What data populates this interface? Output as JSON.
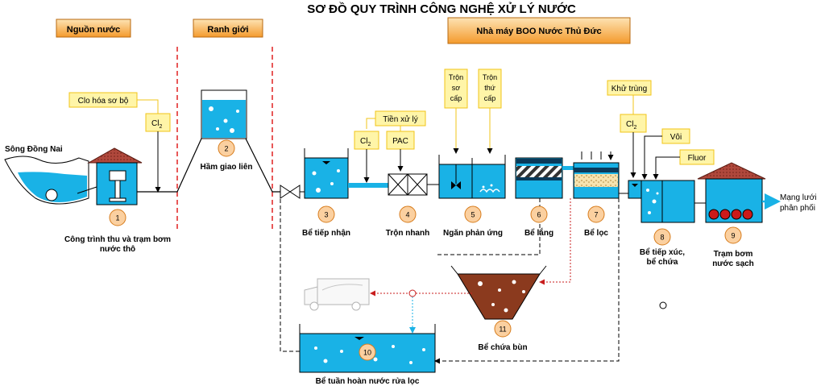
{
  "title": "SƠ ĐỒ QUY TRÌNH CÔNG NGHỆ XỬ LÝ NƯỚC",
  "zones": {
    "source": "Nguồn nước",
    "boundary": "Ranh giới",
    "plant": "Nhà máy BOO Nước Thủ Đức"
  },
  "labels": {
    "pre_chlorination": "Clo hóa sơ bộ",
    "cl2": "Cl",
    "cl2_sub": "2",
    "pretreatment": "Tiền xử lý",
    "pac": "PAC",
    "primary_mix_1": "Trộn",
    "primary_mix_2": "sơ",
    "primary_mix_3": "cấp",
    "secondary_mix_1": "Trộn",
    "secondary_mix_2": "thứ",
    "secondary_mix_3": "cấp",
    "disinfection": "Khử trùng",
    "lime": "Vôi",
    "fluor": "Fluor",
    "river": "Sông Đồng Nai",
    "distribution_1": "Mạng lưới",
    "distribution_2": "phân phối"
  },
  "units": [
    {
      "num": "1",
      "name": "Công trình thu và trạm bơm",
      "name2": "nước thô"
    },
    {
      "num": "2",
      "name": "Hầm giao liên"
    },
    {
      "num": "3",
      "name": "Bể tiếp nhận"
    },
    {
      "num": "4",
      "name": "Trộn nhanh"
    },
    {
      "num": "5",
      "name": "Ngăn phản ứng"
    },
    {
      "num": "6",
      "name": "Bể lắng"
    },
    {
      "num": "7",
      "name": "Bể lọc"
    },
    {
      "num": "8",
      "name": "Bể tiếp xúc,",
      "name2": "bể chứa"
    },
    {
      "num": "9",
      "name": "Trạm bơm",
      "name2": "nước sạch"
    },
    {
      "num": "10",
      "name": "Bể tuần hoàn nước rửa lọc"
    },
    {
      "num": "11",
      "name": "Bể chứa bùn"
    }
  ],
  "colors": {
    "water": "#19b2e6",
    "water_dark": "#0a8fc4",
    "label_fill": "#fff5a8",
    "label_border": "#f0c419",
    "zone_fill": "#f7a940",
    "circle_fill": "#fbd0a0",
    "circle_border": "#d77c1c",
    "roof": "#a8453a",
    "sludge": "#8b3a1e",
    "boundary": "#e02020"
  }
}
